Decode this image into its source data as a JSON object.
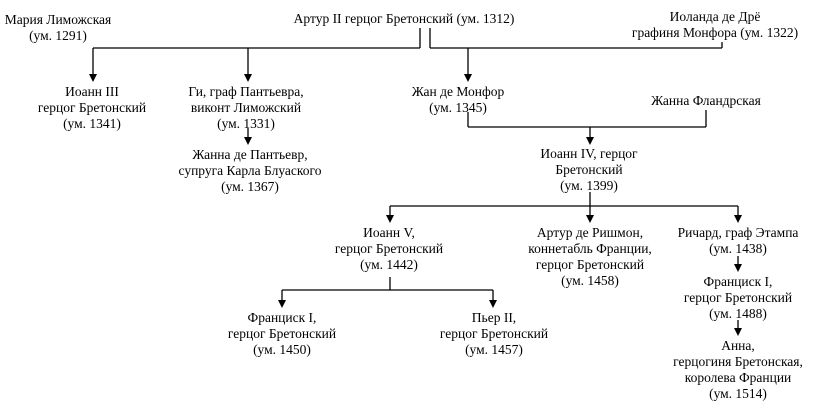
{
  "nodes": {
    "maria": {
      "lines": [
        "Мария Лиможская",
        "(ум. 1291)"
      ]
    },
    "artur2": {
      "lines": [
        "Артур II герцог Бретонский (ум. 1312)"
      ]
    },
    "iolanda": {
      "lines": [
        "Иоланда де Дрё",
        "графиня Монфора (ум. 1322)"
      ]
    },
    "ioann3": {
      "lines": [
        "Иоанн III",
        "герцог Бретонский",
        "(ум. 1341)"
      ]
    },
    "gi": {
      "lines": [
        "Ги, граф Пантьевра,",
        "виконт Лиможский",
        "(ум. 1331)"
      ]
    },
    "zhan_monfor": {
      "lines": [
        "Жан де Монфор",
        "(ум. 1345)"
      ]
    },
    "zhanna_fl": {
      "lines": [
        "Жанна Фландрская"
      ]
    },
    "zhanna_pant": {
      "lines": [
        "Жанна де Пантьевр,",
        "супруга Карла Блуаского",
        "(ум. 1367)"
      ]
    },
    "ioann4": {
      "lines": [
        "Иоанн IV, герцог",
        "Бретонский",
        "(ум. 1399)"
      ]
    },
    "ioann5": {
      "lines": [
        "Иоанн V,",
        "герцог Бретонский",
        "(ум. 1442)"
      ]
    },
    "artur_rish": {
      "lines": [
        "Артур де Ришмон,",
        "коннетабль Франции,",
        "герцог Бретонский",
        "(ум. 1458)"
      ]
    },
    "richard": {
      "lines": [
        "Ричард, граф Этампа",
        "(ум. 1438)"
      ]
    },
    "francisk1a": {
      "lines": [
        "Франциск I,",
        "герцог Бретонский",
        "(ум. 1450)"
      ]
    },
    "pier2": {
      "lines": [
        "Пьер II,",
        "герцог Бретонский",
        "(ум. 1457)"
      ]
    },
    "francisk1b": {
      "lines": [
        "Франциск I,",
        "герцог Бретонский",
        "(ум. 1488)"
      ]
    },
    "anna": {
      "lines": [
        "Анна,",
        "герцогиня Бретонская,",
        "королева Франции",
        "(ум. 1514)"
      ]
    }
  }
}
